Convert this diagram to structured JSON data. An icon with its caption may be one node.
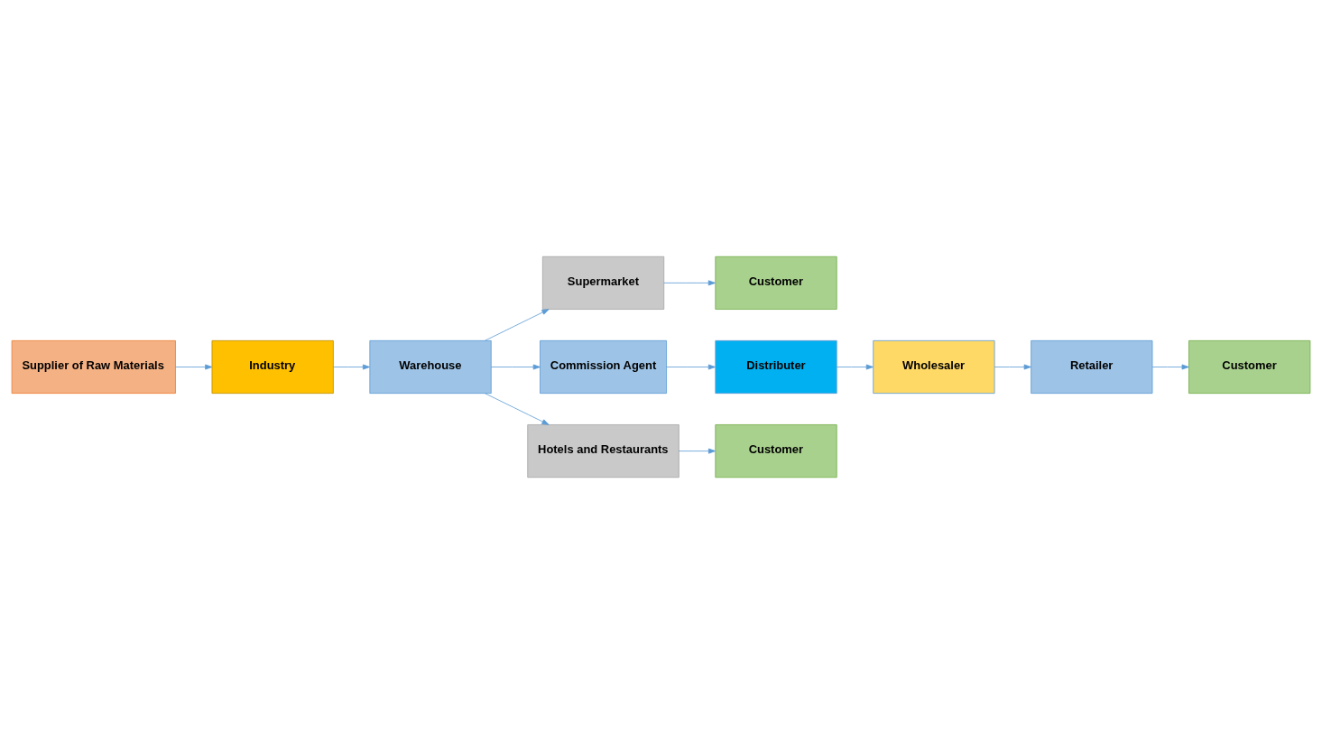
{
  "diagram": {
    "nodes": [
      {
        "text": [
          "Supermarket"
        ]
      },
      {
        "text": [
          "Customer"
        ]
      },
      {
        "text": [
          "Supplier of Raw Materials"
        ]
      },
      {
        "text": [
          "Industry"
        ]
      },
      {
        "text": [
          "Warehouse"
        ]
      },
      {
        "text": [
          "Commission Agent"
        ]
      },
      {
        "text": [
          "Distributer"
        ]
      },
      {
        "text": [
          "Wholesaler"
        ]
      },
      {
        "text": [
          "Customer"
        ]
      },
      {
        "text": [
          "Hotels and Restaurants"
        ]
      },
      {
        "text": [
          "Customer"
        ]
      },
      {
        "text": [
          "Retailer"
        ]
      }
    ],
    "edges": [
      {
        "from": 2,
        "to": 3,
        "arrow": "to"
      },
      {
        "from": 3,
        "to": 4,
        "arrow": "to"
      },
      {
        "from": 4,
        "to": 0,
        "arrow": "to"
      },
      {
        "from": 0,
        "to": 1,
        "arrow": "to"
      },
      {
        "from": 4,
        "to": 5,
        "arrow": "to"
      },
      {
        "from": 5,
        "to": 6,
        "arrow": "to"
      },
      {
        "from": 6,
        "to": 7,
        "arrow": "to"
      },
      {
        "from": 7,
        "to": 11,
        "arrow": "to"
      },
      {
        "from": 11,
        "to": 10,
        "arrow": "to"
      },
      {
        "from": 4,
        "to": 9,
        "arrow": "to"
      },
      {
        "from": 9,
        "to": 8,
        "arrow": "to"
      }
    ]
  }
}
